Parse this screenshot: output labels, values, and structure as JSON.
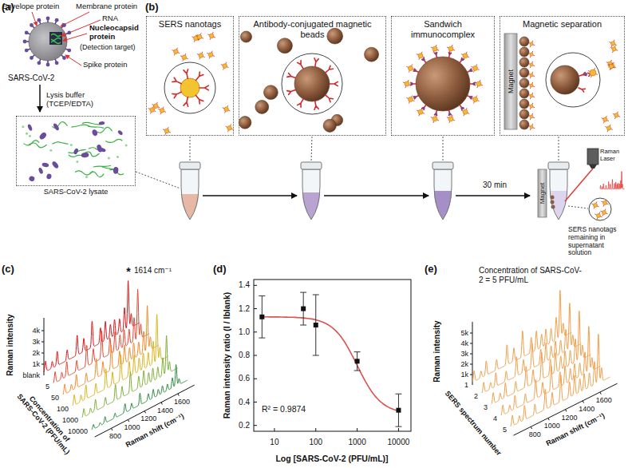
{
  "diagram": {
    "nodes": [
      {
        "text": [
          "SARS-CoV-2 lysate"
        ]
      },
      {
        "text": [
          "SERS nanotags"
        ]
      },
      {
        "text": [
          "Antibody-conjugated magnetic beads"
        ]
      },
      {
        "text": [
          "Sandwich immunocomplex"
        ]
      },
      {
        "text": [
          "Magnetic separation"
        ]
      }
    ],
    "labels": [
      "(a)",
      "Envelope protein",
      "Membrane protein",
      "RNA",
      "Nucleocapsid protein",
      "(Detection target)",
      "Spike protein",
      "SARS-CoV-2",
      "Lysis buffer (TCEP/EDTA)",
      "(b)",
      "30 min",
      "Magnet",
      "Magnet",
      "Raman Laser",
      "SERS nanotags remaining in supernatant solution",
      "(c)",
      "1614 cm⁻¹",
      "*",
      "1k",
      "2k",
      "3k",
      "4k",
      "Raman intensity",
      "blank",
      "5",
      "50",
      "100",
      "1000",
      "10000",
      "Concentration of SARS-CoV-2 (PFU/mL)",
      "800",
      "1000",
      "1200",
      "1400",
      "1600",
      "Raman shift (cm⁻¹)",
      "(d)",
      "1.4",
      "1.2",
      "1.0",
      "0.8",
      "0.6",
      "0.4",
      "0.2",
      "Raman intensity ratio (I / Iblank)",
      "10",
      "100",
      "1000",
      "10000",
      "Log [SARS-CoV-2 (PFU/mL)]",
      "R² = 0.9874",
      "(e)",
      "Concentration of SARS-CoV-2 = 5 PFU/mL",
      "1k",
      "2k",
      "3k",
      "4k",
      "5k",
      "Raman intensity",
      "1",
      "2",
      "3",
      "4",
      "5",
      "SERS spectrum number",
      "800",
      "1000",
      "1200",
      "1400",
      "1600",
      "Raman shift (cm⁻¹)"
    ]
  }
}
